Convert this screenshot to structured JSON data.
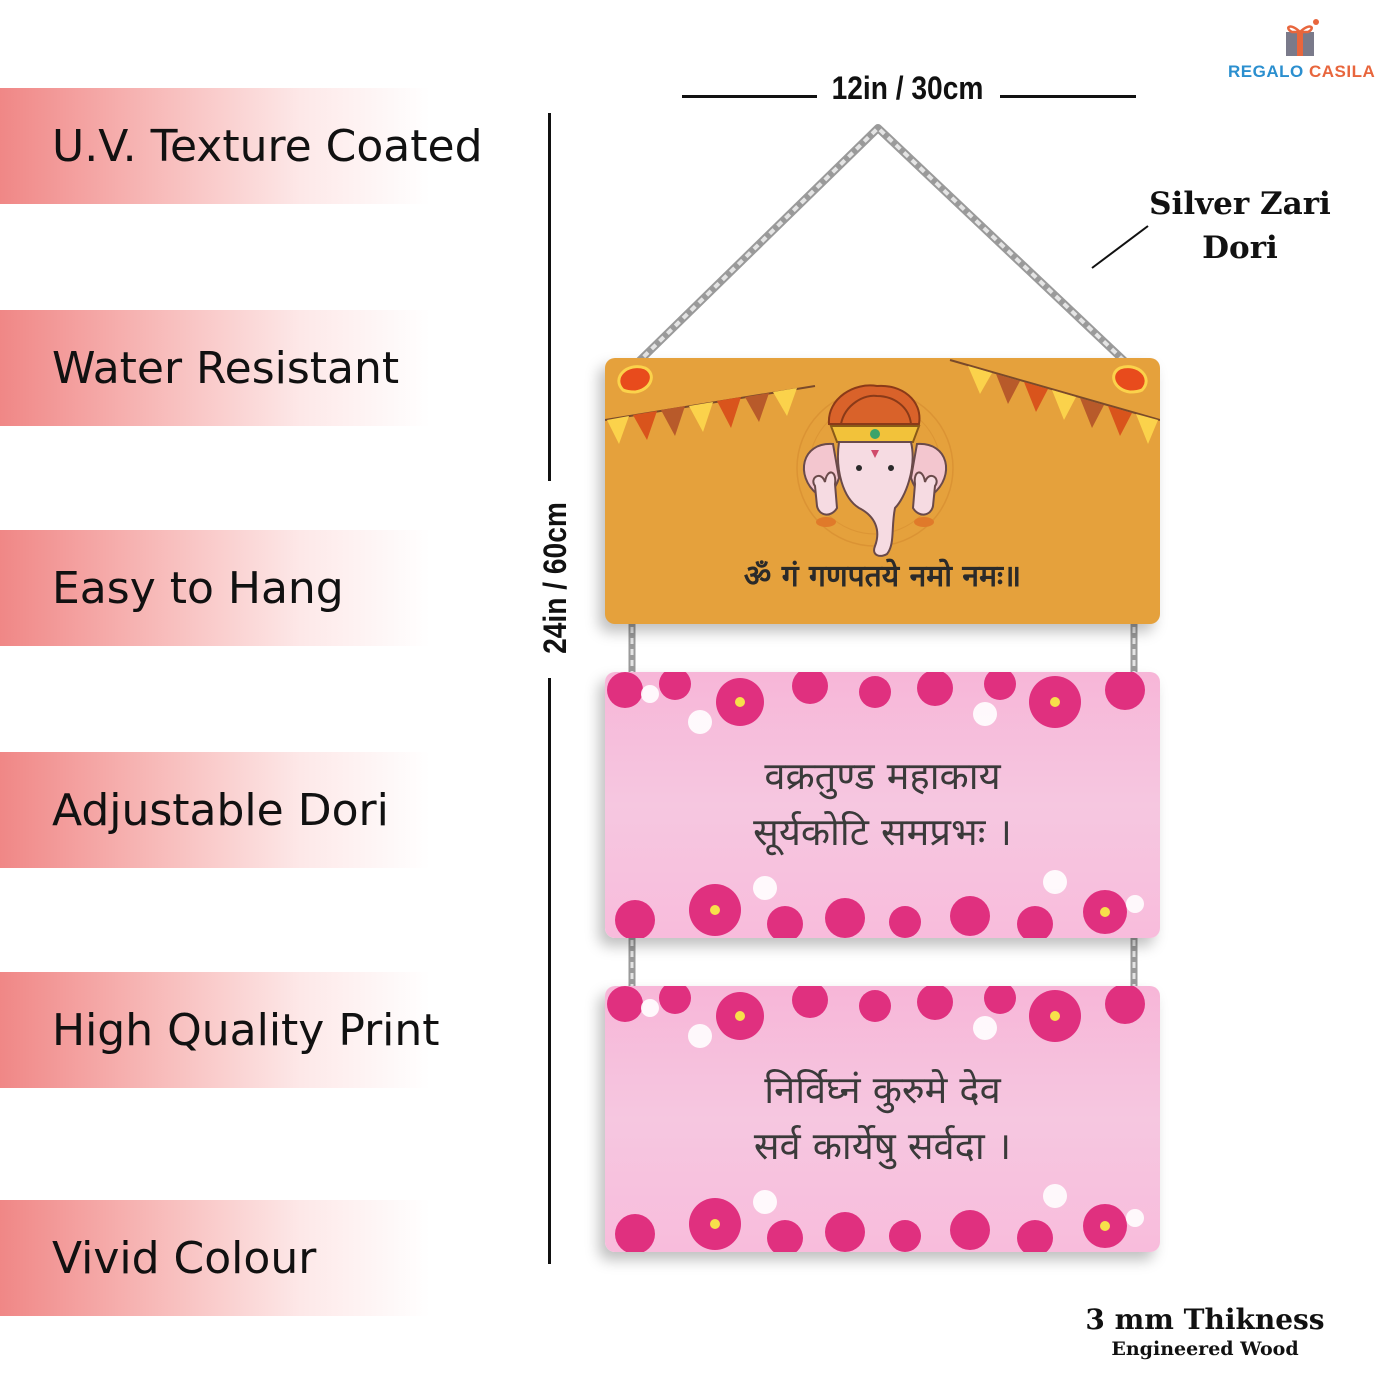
{
  "brand": {
    "name_part1": "REGALO",
    "name_part2": "CASILA"
  },
  "features": [
    "U.V. Texture Coated",
    "Water Resistant",
    "Easy to Hang",
    "Adjustable Dori",
    "High Quality Print",
    "Vivid Colour"
  ],
  "dimensions": {
    "width_label": "12in / 30cm",
    "height_label": "24in / 60cm"
  },
  "callout": {
    "line1": "Silver Zari",
    "line2": "Dori"
  },
  "thickness": {
    "line1": "3 mm Thikness",
    "line2": "Engineered Wood"
  },
  "plaques": {
    "top": {
      "text": "ॐ गं गणपतये नमो नमः॥"
    },
    "middle": {
      "line1": "वक्रतुण्ड महाकाय",
      "line2": "सूर्यकोटि समप्रभः ।"
    },
    "bottom": {
      "line1": "निर्विघ्नं कुरुमे देव",
      "line2": "सर्व कार्येषु सर्वदा ।"
    }
  },
  "colors": {
    "band": "#f08786",
    "orange_plaque": "#e5a13c",
    "pink_plaque": "#f7b6d8",
    "flower": "#e0307f"
  }
}
